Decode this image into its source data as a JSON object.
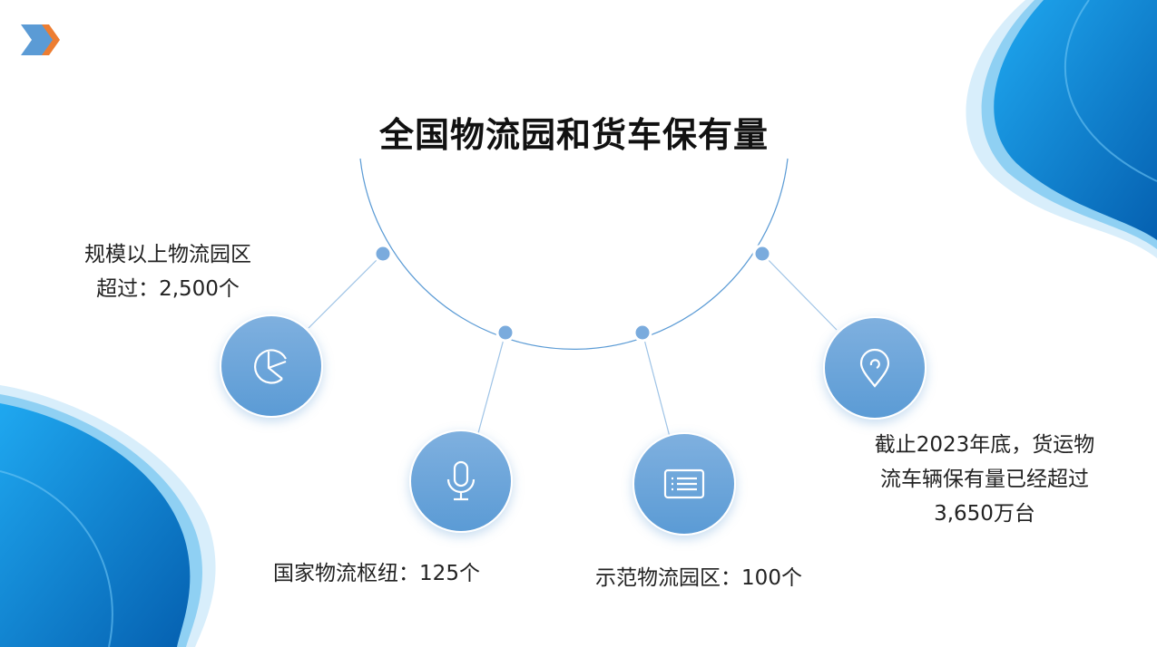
{
  "title": "全国物流园和货车保有量",
  "items": [
    {
      "icon": "pie-chart-icon",
      "lines": [
        "规模以上物流园区",
        "超过：2,500个"
      ]
    },
    {
      "icon": "microphone-icon",
      "lines": [
        "国家物流枢纽：125个"
      ]
    },
    {
      "icon": "list-icon",
      "lines": [
        "示范物流园区：100个"
      ]
    },
    {
      "icon": "location-pin-icon",
      "lines": [
        "截止2023年底，货运物",
        "流车辆保有量已经超过",
        "3,650万台"
      ]
    }
  ],
  "colors": {
    "accent": "#5b9bd5",
    "logo_blue": "#5b9bd5",
    "logo_orange": "#ed7d31",
    "wave": "#0a8ad8"
  }
}
